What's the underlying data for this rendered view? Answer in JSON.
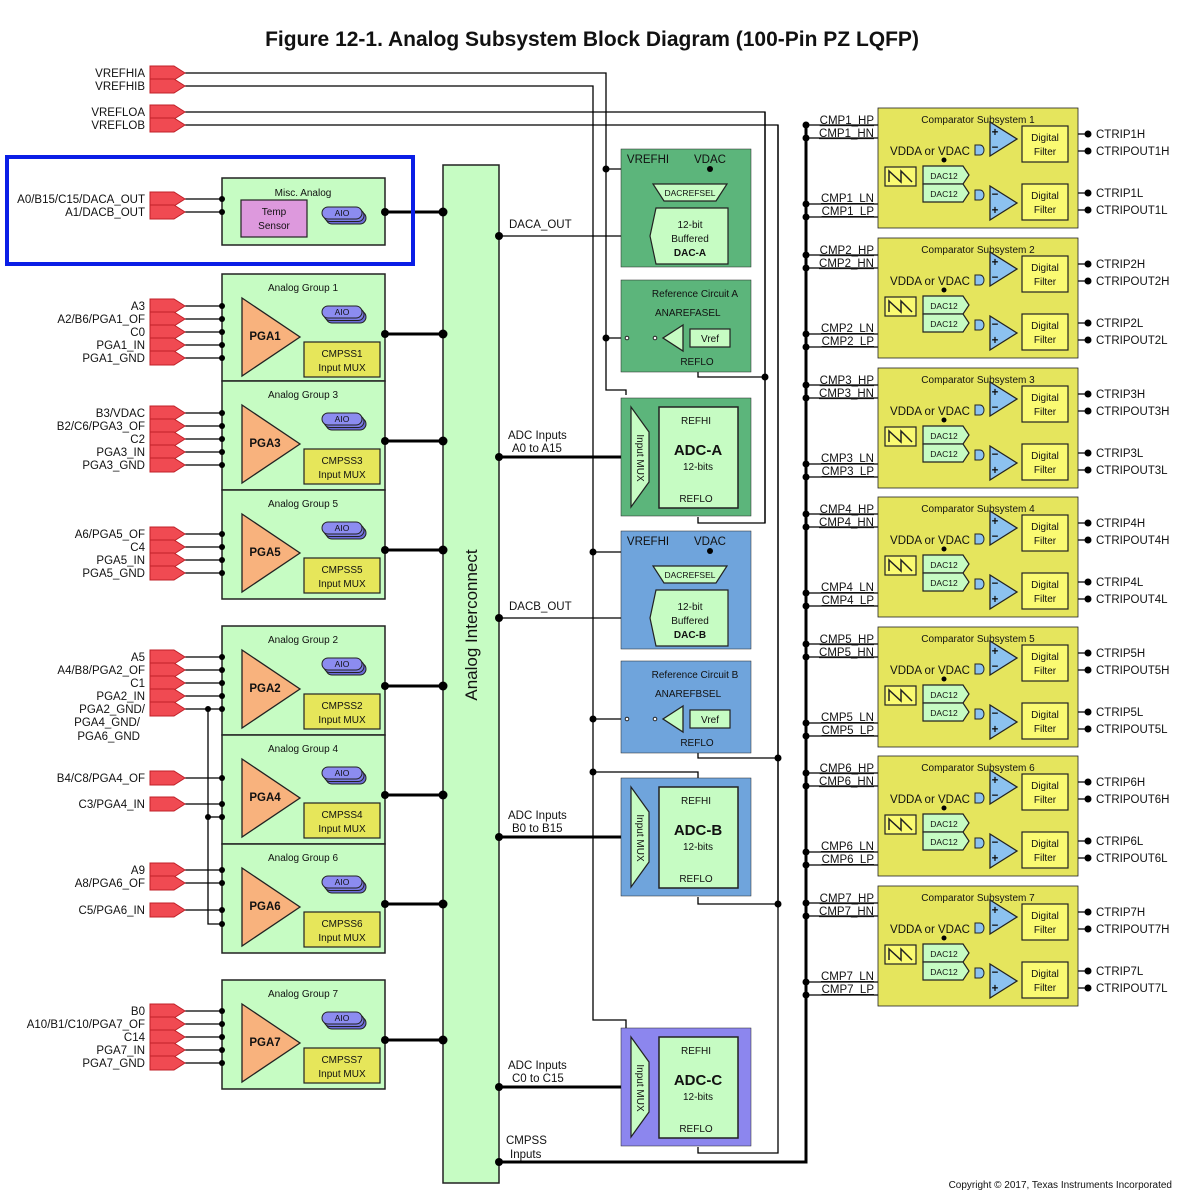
{
  "title": "Figure 12-1. Analog Subsystem Block Diagram (100-Pin PZ LQFP)",
  "copyright": "Copyright © 2017, Texas Instruments Incorporated",
  "colors": {
    "pin": "#f04a52",
    "analog_group": "#c6fcc3",
    "pga": "#f8b27d",
    "cmpss_mux": "#e6e65a",
    "aio": "#8c8cf0",
    "temp_sensor": "#dd99dd",
    "dac_a_block": "#5cb57b",
    "dac_b_block": "#6fa4dc",
    "adc_c_block": "#8c86ee",
    "comparator_block": "#e5e55d",
    "comparator_amp": "#8cc2f0",
    "digital_filter": "#fafa72",
    "highlight": "#0a1ee6"
  },
  "vref_pins": [
    "VREFHIA",
    "VREFHIB",
    "VREFLOA",
    "VREFLOB"
  ],
  "misc_analog": {
    "title": "Misc. Analog",
    "temp_sensor": [
      "Temp",
      "Sensor"
    ],
    "aio": "AIO",
    "pins": [
      "A0/B15/C15/DACA_OUT",
      "A1/DACB_OUT"
    ]
  },
  "analog_groups": [
    {
      "title": "Analog Group 1",
      "pga": "PGA1",
      "mux": [
        "CMPSS1",
        "Input MUX"
      ],
      "aio": "AIO",
      "pins": [
        "A3",
        "A2/B6/PGA1_OF",
        "C0",
        "PGA1_IN",
        "PGA1_GND"
      ]
    },
    {
      "title": "Analog Group 3",
      "pga": "PGA3",
      "mux": [
        "CMPSS3",
        "Input MUX"
      ],
      "aio": "AIO",
      "pins": [
        "B3/VDAC",
        "B2/C6/PGA3_OF",
        "C2",
        "PGA3_IN",
        "PGA3_GND"
      ]
    },
    {
      "title": "Analog Group 5",
      "pga": "PGA5",
      "mux": [
        "CMPSS5",
        "Input MUX"
      ],
      "aio": "AIO",
      "pins": [
        "A6/PGA5_OF",
        "C4",
        "PGA5_IN",
        "PGA5_GND"
      ]
    },
    {
      "title": "Analog Group 2",
      "pga": "PGA2",
      "mux": [
        "CMPSS2",
        "Input MUX"
      ],
      "aio": "AIO",
      "pins": [
        "A5",
        "A4/B8/PGA2_OF",
        "C1",
        "PGA2_IN",
        "PGA2_GND/"
      ]
    },
    {
      "title": "Analog Group 4",
      "pga": "PGA4",
      "mux": [
        "CMPSS4",
        "Input MUX"
      ],
      "aio": "AIO",
      "pins": [
        "B4/C8/PGA4_OF",
        "C3/PGA4_IN"
      ]
    },
    {
      "title": "Analog Group 6",
      "pga": "PGA6",
      "mux": [
        "CMPSS6",
        "Input MUX"
      ],
      "aio": "AIO",
      "pins": [
        "A9",
        "A8/PGA6_OF",
        "C5/PGA6_IN"
      ]
    },
    {
      "title": "Analog Group 7",
      "pga": "PGA7",
      "mux": [
        "CMPSS7",
        "Input MUX"
      ],
      "aio": "AIO",
      "pins": [
        "B0",
        "A10/B1/C10/PGA7_OF",
        "C14",
        "PGA7_IN",
        "PGA7_GND"
      ]
    }
  ],
  "shared_gnd_extra": [
    "PGA4_GND/",
    "PGA6_GND"
  ],
  "interconnect": {
    "label": "Analog Interconnect",
    "outputs": {
      "daca_out": "DACA_OUT",
      "adc_a": [
        "ADC Inputs",
        "A0 to A15"
      ],
      "dacb_out": "DACB_OUT",
      "adc_b": [
        "ADC Inputs",
        "B0 to B15"
      ],
      "adc_c": [
        "ADC Inputs",
        "C0 to C15"
      ],
      "cmpss": [
        "CMPSS",
        "Inputs"
      ]
    }
  },
  "dacs": [
    {
      "vrefhi": "VREFHI",
      "vdac": "VDAC",
      "sel": "DACREFSEL",
      "lines": [
        "12-bit",
        "Buffered",
        "DAC-A"
      ]
    },
    {
      "vrefhi": "VREFHI",
      "vdac": "VDAC",
      "sel": "DACREFSEL",
      "lines": [
        "12-bit",
        "Buffered",
        "DAC-B"
      ]
    }
  ],
  "ref_circuits": [
    {
      "title": "Reference Circuit A",
      "sel": "ANAREFASEL",
      "vref": "Vref",
      "reflo": "REFLO"
    },
    {
      "title": "Reference Circuit B",
      "sel": "ANAREFBSEL",
      "vref": "Vref",
      "reflo": "REFLO"
    }
  ],
  "adcs": [
    {
      "name": "ADC-A",
      "bits": "12-bits",
      "refhi": "REFHI",
      "reflo": "REFLO",
      "mux": "Input MUX"
    },
    {
      "name": "ADC-B",
      "bits": "12-bits",
      "refhi": "REFHI",
      "reflo": "REFLO",
      "mux": "Input MUX"
    },
    {
      "name": "ADC-C",
      "bits": "12-bits",
      "refhi": "REFHI",
      "reflo": "REFLO",
      "mux": "Input MUX"
    }
  ],
  "comparators": [
    {
      "title": "Comparator Subsystem 1",
      "inputs": [
        "CMP1_HP",
        "CMP1_HN",
        "CMP1_LN",
        "CMP1_LP"
      ],
      "outputs": [
        "CTRIP1H",
        "CTRIPOUT1H",
        "CTRIP1L",
        "CTRIPOUT1L"
      ]
    },
    {
      "title": "Comparator Subsystem 2",
      "inputs": [
        "CMP2_HP",
        "CMP2_HN",
        "CMP2_LN",
        "CMP2_LP"
      ],
      "outputs": [
        "CTRIP2H",
        "CTRIPOUT2H",
        "CTRIP2L",
        "CTRIPOUT2L"
      ]
    },
    {
      "title": "Comparator Subsystem 3",
      "inputs": [
        "CMP3_HP",
        "CMP3_HN",
        "CMP3_LN",
        "CMP3_LP"
      ],
      "outputs": [
        "CTRIP3H",
        "CTRIPOUT3H",
        "CTRIP3L",
        "CTRIPOUT3L"
      ]
    },
    {
      "title": "Comparator Subsystem 4",
      "inputs": [
        "CMP4_HP",
        "CMP4_HN",
        "CMP4_LN",
        "CMP4_LP"
      ],
      "outputs": [
        "CTRIP4H",
        "CTRIPOUT4H",
        "CTRIP4L",
        "CTRIPOUT4L"
      ]
    },
    {
      "title": "Comparator Subsystem 5",
      "inputs": [
        "CMP5_HP",
        "CMP5_HN",
        "CMP5_LN",
        "CMP5_LP"
      ],
      "outputs": [
        "CTRIP5H",
        "CTRIPOUT5H",
        "CTRIP5L",
        "CTRIPOUT5L"
      ]
    },
    {
      "title": "Comparator Subsystem 6",
      "inputs": [
        "CMP6_HP",
        "CMP6_HN",
        "CMP6_LN",
        "CMP6_LP"
      ],
      "outputs": [
        "CTRIP6H",
        "CTRIPOUT6H",
        "CTRIP6L",
        "CTRIPOUT6L"
      ]
    },
    {
      "title": "Comparator Subsystem 7",
      "inputs": [
        "CMP7_HP",
        "CMP7_HN",
        "CMP7_LN",
        "CMP7_LP"
      ],
      "outputs": [
        "CTRIP7H",
        "CTRIPOUT7H",
        "CTRIP7L",
        "CTRIPOUT7L"
      ]
    }
  ],
  "comparator_common": {
    "ref": "VDDA or VDAC",
    "dac": "DAC12",
    "filter": [
      "Digital",
      "Filter"
    ]
  }
}
